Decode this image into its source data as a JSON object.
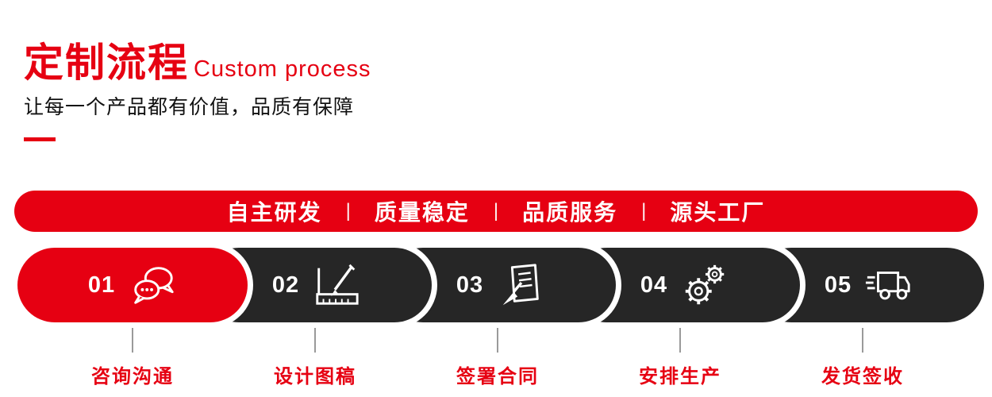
{
  "colors": {
    "accent_red": "#e60012",
    "dark_pill": "#262626",
    "tick_gray": "#9a9a9a"
  },
  "header": {
    "title_cn": "定制流程",
    "title_en": "Custom process",
    "subtitle": "让每一个产品都有价值，品质有保障"
  },
  "banner": {
    "separator": "|",
    "items": [
      "自主研发",
      "质量稳定",
      "品质服务",
      "源头工厂"
    ]
  },
  "steps": [
    {
      "number": "01",
      "icon": "chat-bubbles-icon",
      "label": "咨询沟通"
    },
    {
      "number": "02",
      "icon": "design-ruler-pencil-icon",
      "label": "设计图稿"
    },
    {
      "number": "03",
      "icon": "contract-document-icon",
      "label": "签署合同"
    },
    {
      "number": "04",
      "icon": "gears-icon",
      "label": "安排生产"
    },
    {
      "number": "05",
      "icon": "delivery-truck-icon",
      "label": "发货签收"
    }
  ]
}
